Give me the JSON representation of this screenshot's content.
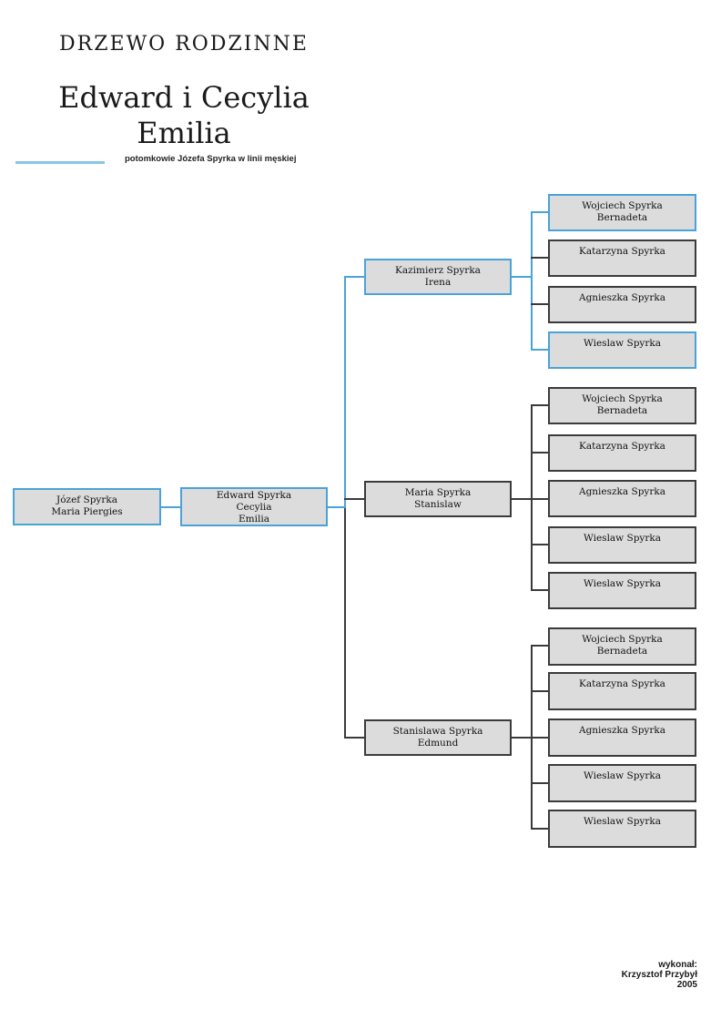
{
  "header": {
    "doc_title": "DRZEWO RODZINNE",
    "main_title_line1": "Edward i Cecylia",
    "main_title_line2": "Emilia",
    "subtitle": "potomkowie Józefa Spyrka w linii męskiej"
  },
  "colors": {
    "accent_blue": "#4aa3d8",
    "light_blue_rule": "#8cc6e8",
    "line_dark": "#3b3b3b",
    "box_fill": "#dcdcdc"
  },
  "tree": {
    "root": {
      "line1": "Józef Spyrka",
      "line2": "Maria Piergies"
    },
    "couple": {
      "line1": "Edward Spyrka",
      "line2": "Cecylia",
      "line3": "Emilia"
    },
    "gen2": [
      {
        "line1": "Kazimierz Spyrka",
        "line2": "Irena"
      },
      {
        "line1": "Maria Spyrka",
        "line2": "Stanislaw"
      },
      {
        "line1": "Stanislawa Spyrka",
        "line2": "Edmund"
      }
    ],
    "gen3_group1": [
      {
        "line1": "Wojciech Spyrka",
        "line2": "Bernadeta"
      },
      {
        "line1": "Katarzyna Spyrka"
      },
      {
        "line1": "Agnieszka Spyrka"
      },
      {
        "line1": "Wieslaw Spyrka"
      }
    ],
    "gen3_group2": [
      {
        "line1": "Wojciech Spyrka",
        "line2": "Bernadeta"
      },
      {
        "line1": "Katarzyna Spyrka"
      },
      {
        "line1": "Agnieszka Spyrka"
      },
      {
        "line1": "Wieslaw Spyrka"
      },
      {
        "line1": "Wieslaw Spyrka"
      }
    ],
    "gen3_group3": [
      {
        "line1": "Wojciech Spyrka",
        "line2": "Bernadeta"
      },
      {
        "line1": "Katarzyna Spyrka"
      },
      {
        "line1": "Agnieszka Spyrka"
      },
      {
        "line1": "Wieslaw Spyrka"
      },
      {
        "line1": "Wieslaw Spyrka"
      }
    ]
  },
  "credit": {
    "line1": "wykonał:",
    "line2": "Krzysztof Przybył",
    "line3": "2005"
  }
}
